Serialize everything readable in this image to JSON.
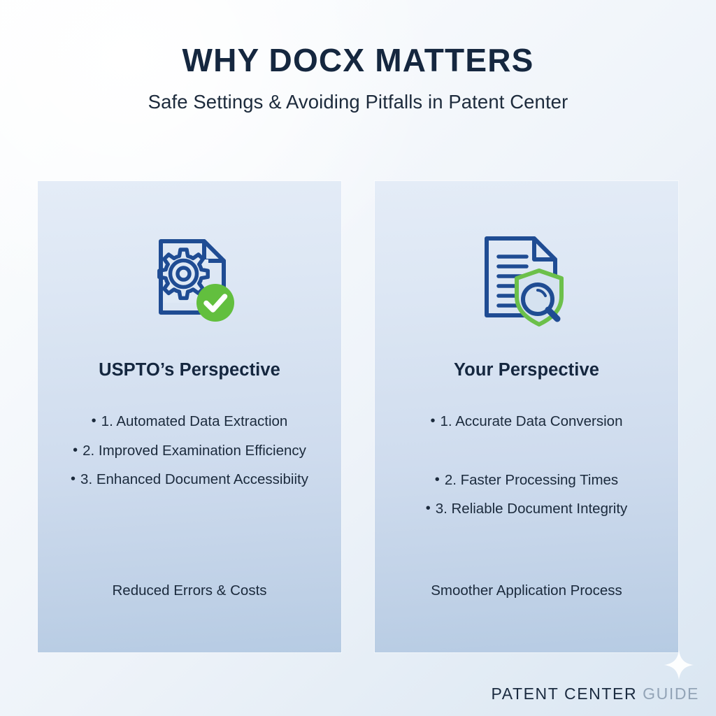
{
  "header": {
    "title": "WHY DOCX MATTERS",
    "subtitle": "Safe Settings & Avoiding Pitfalls in Patent Center"
  },
  "colors": {
    "title": "#15273f",
    "icon_navy": "#1f4c93",
    "icon_green": "#6cc04a",
    "check_green": "#62bf3e",
    "card_top": "#e4ecf7",
    "card_bottom": "#b6cbe3",
    "brand_strong": "#1b2b40",
    "brand_light": "#93a4b7"
  },
  "cards": [
    {
      "id": "uspto",
      "icon_name": "document-gear-check-icon",
      "heading": "USPTO’s Perspective",
      "bullets": [
        {
          "marker": "•",
          "text": "1. Automated Data Extraction"
        },
        {
          "marker": "•",
          "text": "2. Improved Examination Efficiency"
        },
        {
          "marker": "•",
          "text": "3. Enhanced Document Accessibiity"
        }
      ],
      "footer": "Reduced Errors & Costs"
    },
    {
      "id": "your",
      "icon_name": "document-shield-magnifier-icon",
      "heading": "Your Perspective",
      "bullets": [
        {
          "marker": "•",
          "text": "1. Accurate Data Conversion"
        },
        {
          "marker": "•",
          "text": "2. Faster Processing Times"
        },
        {
          "marker": "•",
          "text": "3. Reliable Document Integrity"
        }
      ],
      "footer": "Smoother Application Process"
    }
  ],
  "brand": {
    "strong": "PATENT CENTER",
    "light": "GUIDE",
    "sparkle_icon": "four-point-star-icon"
  }
}
